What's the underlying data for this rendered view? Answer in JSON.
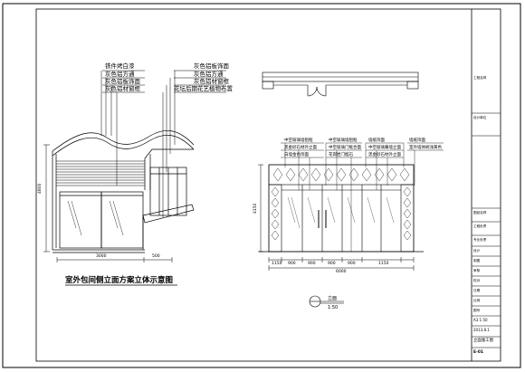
{
  "left_view": {
    "callouts_left": [
      "铁件烤白漆",
      "灰色铝方通",
      "灰色铝板饰面",
      "灰色铝材窗框"
    ],
    "callouts_right": [
      "灰色铝板饰面",
      "灰色铝方通",
      "灰色铝材窗框",
      "花坛后期花艺植物布置"
    ],
    "dim_height": "4800",
    "dim_bottom_1": "3000",
    "dim_bottom_2": "500",
    "title": "室外包间侧立面方案立体示意图"
  },
  "right_view": {
    "labels_left": [
      "中空玻璃墙铝框",
      "黑金砂石材外立面",
      "白墙金色饰面"
    ],
    "labels_mid": [
      "中空玻璃墙铝框",
      "中空玻璃门框合面",
      "花岗岩门槛石"
    ],
    "labels_right1": [
      "墙纸饰面",
      "中空玻璃幕墙立面",
      "黑金砂石材外立面"
    ],
    "labels_right2": [
      "墙纸饰面",
      "室外墙体刷浅黄色"
    ],
    "dim_left": "4150",
    "dim_bottom": [
      "1150",
      "900",
      "900",
      "900",
      "900",
      "1150"
    ],
    "dim_total": "6000",
    "title_mark": "立面",
    "scale": "1:50"
  },
  "title_block": {
    "fields": [
      "工程名称",
      "设计单位",
      "图纸名称",
      "工程负责",
      "专业负责",
      "设计",
      "制图",
      "审核",
      "校对",
      "日期",
      "比例",
      "图号"
    ],
    "sheet_name": "立面施工图",
    "number": "E-01",
    "date": "2013.8.1",
    "scale": "A3 1:50"
  }
}
